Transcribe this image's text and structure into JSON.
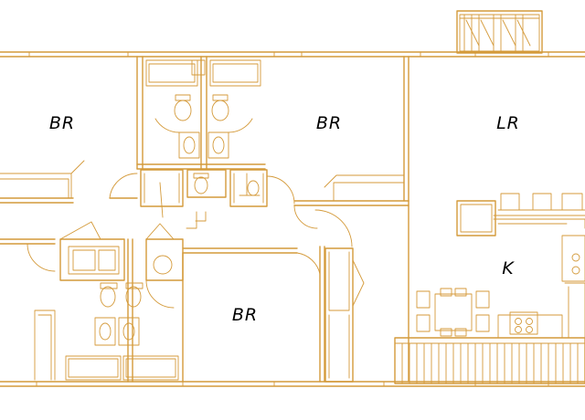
{
  "colors": {
    "line": "#d49a3a",
    "background": "#ffffff",
    "text": "#000000"
  },
  "rooms": [
    {
      "key": "bedroom-1",
      "label": "BR"
    },
    {
      "key": "bedroom-2",
      "label": "BR"
    },
    {
      "key": "living-room",
      "label": "LR"
    },
    {
      "key": "kitchen",
      "label": "K"
    },
    {
      "key": "bedroom-3",
      "label": "BR"
    }
  ]
}
